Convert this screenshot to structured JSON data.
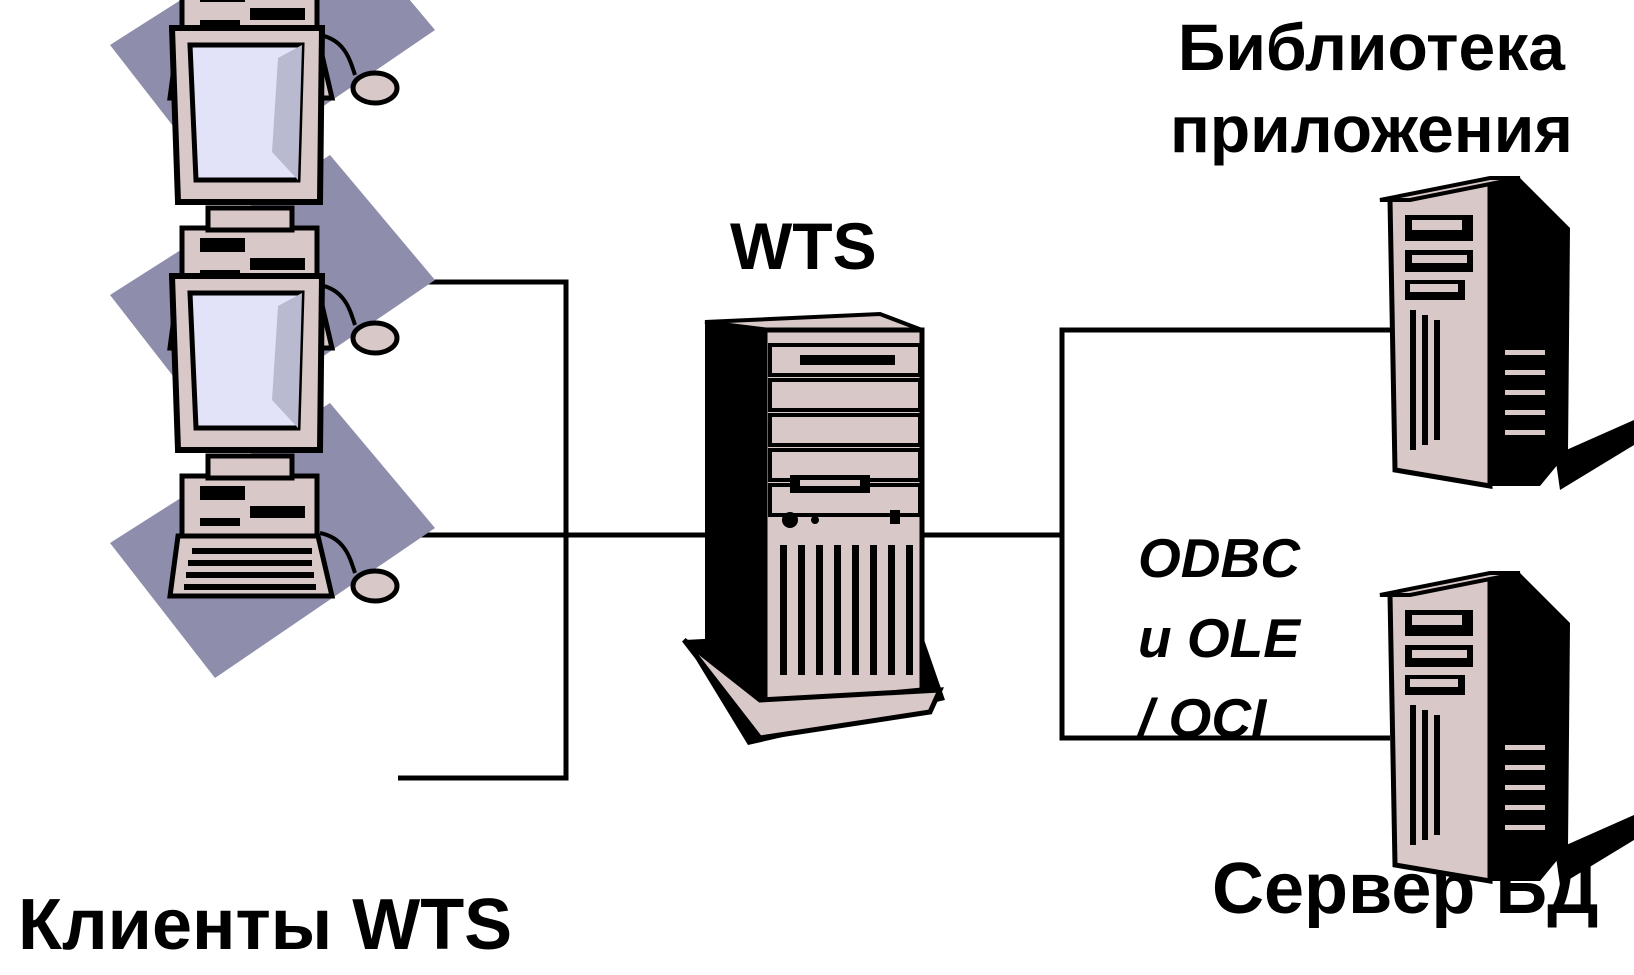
{
  "labels": {
    "library_line1": "Библиотека",
    "library_line2": "приложения",
    "wts": "WTS",
    "protocol_line1": "ODBC",
    "protocol_line2": "и OLE",
    "protocol_line3": "/ OCI",
    "clients": "Клиенты WTS",
    "db_server": "Сервер БД"
  },
  "colors": {
    "line": "#000000",
    "case": "#d9c8c8",
    "case_shadow": "#000000",
    "screen": "#e2e2f8",
    "floor": "#8e8eac"
  }
}
